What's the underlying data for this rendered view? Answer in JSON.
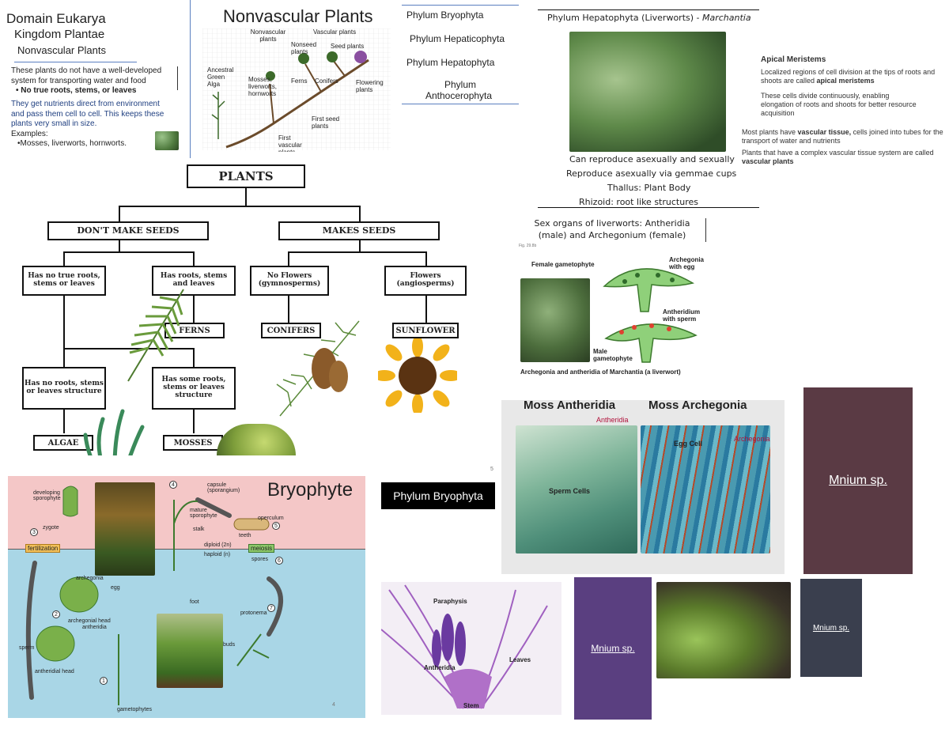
{
  "intro": {
    "domain": "Domain Eukarya",
    "kingdom": "Kingdom Plantae",
    "group": "Nonvascular Plants",
    "p1": "These plants do not have a well-developed system for transporting water and food",
    "p1_bullet": "• No true roots, stems, or leaves",
    "p2": "They get nutrients direct from environment and pass them cell to cell. This keeps these plants very small in size.",
    "examples_label": "Examples:",
    "examples": "•Mosses, liverworts, hornworts."
  },
  "evo_tree": {
    "title": "Nonvascular Plants",
    "labels": [
      "Nonvascular plants",
      "Vascular plants",
      "Ancestral Green Alga",
      "Mosses, liverworts, hornworts",
      "Ferns",
      "Conifers",
      "Flowering plants",
      "Seed plants",
      "Nonseed plants",
      "First seed plants",
      "First vascular plants"
    ]
  },
  "phyla": {
    "items": [
      "Phylum Bryophyta",
      "Phylum Hepaticophyta",
      "Phylum Hepatophyta",
      "Phylum",
      "Anthocerophyta"
    ]
  },
  "marchantia": {
    "title": "Phylum Hepatophyta (Liverworts) -",
    "title_italic": "Marchantia",
    "lines": [
      "Can reproduce asexually and sexually",
      "Reproduce asexually via gemmae cups",
      "Thallus: Plant Body",
      "Rhizoid: root like structures"
    ]
  },
  "meristem": {
    "title": "Apical Meristems",
    "p1a": "Localized regions of cell division at the tips of roots and shoots are called ",
    "p1b": "apical meristems",
    "p2": "These cells divide continuously, enabling elongation of roots and shoots for better resource acquisition",
    "p3a": "Most plants have ",
    "p3b": "vascular tissue,",
    "p3c": " cells joined into tubes for the transport of water and nutrients",
    "p4a": "Plants that have a complex vascular tissue system are called ",
    "p4b": "vascular plants"
  },
  "plants_tree": {
    "root": "PLANTS",
    "dont": "DON'T MAKE SEEDS",
    "makes": "MAKES SEEDS",
    "no_roots": "Has no true roots, stems or leaves",
    "has_roots": "Has roots, stems and leaves",
    "no_flowers": "No Flowers (gymnosperms)",
    "flowers": "Flowers (angiosperms)",
    "ferns": "FERNS",
    "conifers": "CONIFERS",
    "sunflower": "SUNFLOWER",
    "no_structure": "Has no roots, stems or leaves structure",
    "some_structure": "Has some roots, stems or leaves structure",
    "algae": "ALGAE",
    "mosses": "MOSSES"
  },
  "sex_organs": {
    "title": "Sex organs of liverworts: Antheridia (male) and Archegonium (female)",
    "fig_tag": "Fig. 29.8b",
    "female": "Female gametophyte",
    "archegonia": "Archegonia with egg",
    "antheridium": "Antheridium with sperm",
    "male": "Male gametophyte",
    "caption": "Archegonia and antheridia of Marchantia (a liverwort)"
  },
  "moss_micro": {
    "ant_title": "Moss Antheridia",
    "arc_title": "Moss Archegonia",
    "antheridia": "Antheridia",
    "sperm": "Sperm Cells",
    "egg": "Egg Cell",
    "archegonia": "Archegonia",
    "page": "5"
  },
  "lifecycle": {
    "title": "Bryophyte",
    "labels": [
      "developing sporophyte",
      "zygote",
      "fertilization",
      "archegonia",
      "egg",
      "archegonial head",
      "antheridia",
      "sperm",
      "antheridial head",
      "capsule (sporangium)",
      "mature sporophyte",
      "stalk",
      "operculum",
      "teeth",
      "diploid (2n)",
      "haploid (n)",
      "meiosis",
      "spores",
      "foot",
      "protonema",
      "buds",
      "gametophytes"
    ],
    "nums": [
      "1",
      "2",
      "3",
      "4",
      "5",
      "6",
      "7"
    ],
    "page": "4"
  },
  "bryophyta_label": "Phylum Bryophyta",
  "stem_section": {
    "labels": [
      "Paraphysis",
      "Antheridia",
      "Leaves",
      "Stem"
    ]
  },
  "mnium": [
    "Mnium sp.",
    "Mnium sp.",
    "Mnium sp."
  ],
  "colors": {
    "mnium_dark_red": "#5a3a44",
    "mnium_purple": "#5a3f80",
    "mnium_slate": "#3a3f4e",
    "life_pink": "#f4c7c7",
    "life_blue": "#a9d6e6"
  }
}
